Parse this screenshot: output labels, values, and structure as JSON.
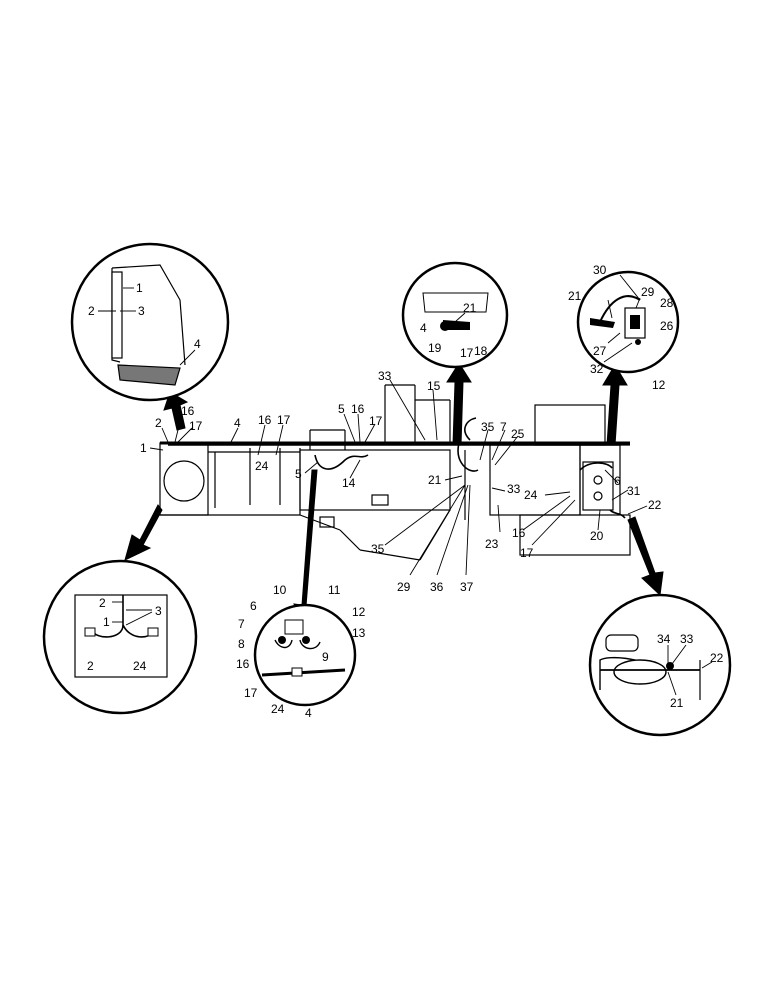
{
  "colors": {
    "ink": "#000000",
    "paper": "#ffffff",
    "shade": "#555555"
  },
  "callouts": {
    "main": [
      "1",
      "2",
      "16",
      "17",
      "4",
      "16",
      "17",
      "24",
      "5",
      "33",
      "5",
      "16",
      "17",
      "14",
      "15",
      "35",
      "7",
      "25",
      "21",
      "33",
      "24",
      "6",
      "31",
      "22",
      "16",
      "17",
      "23",
      "20",
      "35",
      "29",
      "36",
      "37"
    ],
    "detail_top_left": [
      "1",
      "2",
      "3",
      "4"
    ],
    "detail_top_middle": [
      "21",
      "4",
      "19",
      "17",
      "18"
    ],
    "detail_top_right": [
      "30",
      "21",
      "29",
      "28",
      "26",
      "27",
      "32",
      "12"
    ],
    "detail_bottom_left": [
      "2",
      "3",
      "1",
      "2",
      "24"
    ],
    "detail_bottom_center": [
      "10",
      "11",
      "6",
      "12",
      "7",
      "13",
      "8",
      "9",
      "16",
      "17",
      "24",
      "4"
    ],
    "detail_bottom_right": [
      "34",
      "33",
      "22",
      "21"
    ]
  }
}
